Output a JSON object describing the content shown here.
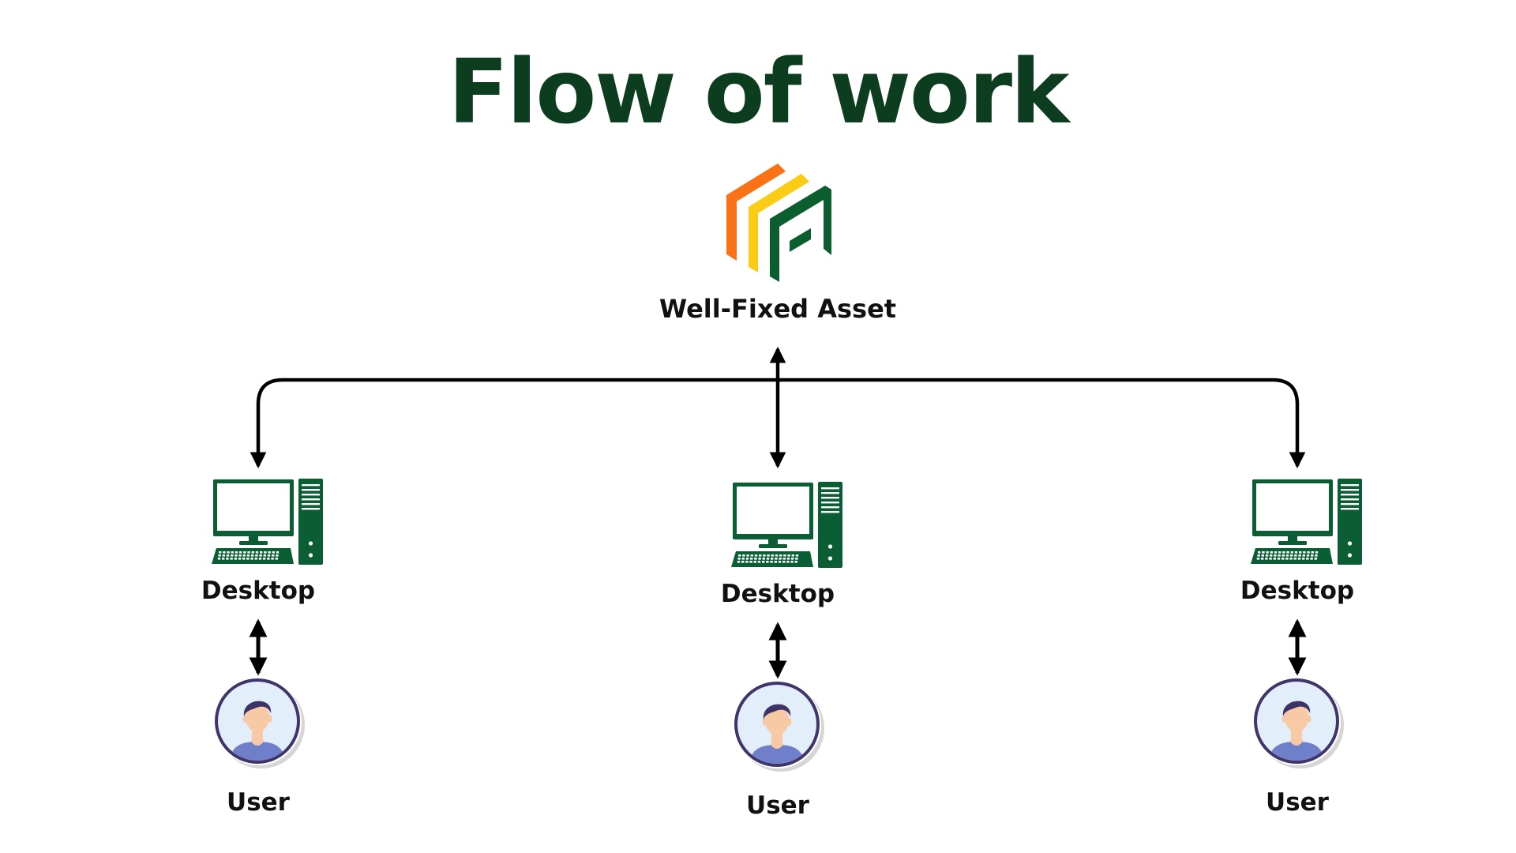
{
  "title": "Flow of work",
  "brand": {
    "name": "Well-Fixed Asset",
    "logo_colors": [
      "#F97316",
      "#FACC15",
      "#0B5E2E"
    ]
  },
  "colors": {
    "title": "#0B3D1E",
    "computer": "#0B5E34",
    "arrow": "#000000",
    "user_ring": "#3F3569",
    "user_bg": "#E3EEFB",
    "user_shirt": "#6F7FC9",
    "user_skin": "#F7C9A5",
    "user_hair": "#3C3466"
  },
  "nodes": [
    {
      "desktop_label": "Desktop",
      "user_label": "User"
    },
    {
      "desktop_label": "Desktop",
      "user_label": "User"
    },
    {
      "desktop_label": "Desktop",
      "user_label": "User"
    }
  ]
}
